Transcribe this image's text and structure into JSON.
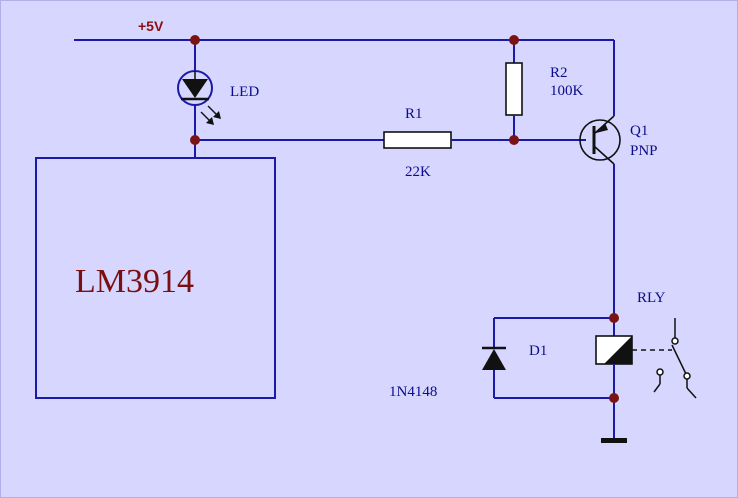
{
  "supply": {
    "label": "+5V"
  },
  "led": {
    "label": "LED"
  },
  "ic": {
    "label": "LM3914"
  },
  "r1": {
    "ref": "R1",
    "value": "22K"
  },
  "r2": {
    "ref": "R2",
    "value": "100K"
  },
  "q1": {
    "ref": "Q1",
    "type": "PNP"
  },
  "relay": {
    "ref": "RLY"
  },
  "d1": {
    "ref": "D1",
    "part": "1N4148"
  },
  "colors": {
    "wire": "#1a1aa6",
    "node": "#7a1414",
    "background": "#d6d6ff",
    "ic_text": "#7a0f0f"
  }
}
